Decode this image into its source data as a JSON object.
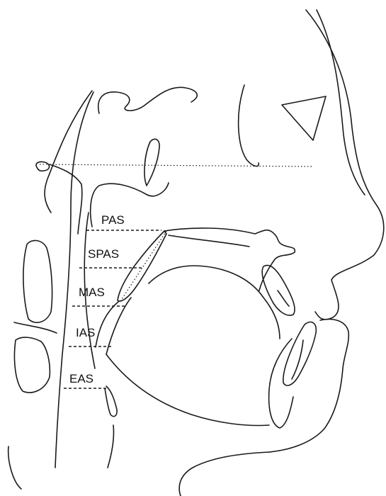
{
  "labels": {
    "pas": "PAS",
    "spas": "SPAS",
    "mas": "MAS",
    "ias": "IAS",
    "eas": "EAS"
  },
  "colors": {
    "line": "#1a1a1a",
    "background": "#ffffff"
  }
}
